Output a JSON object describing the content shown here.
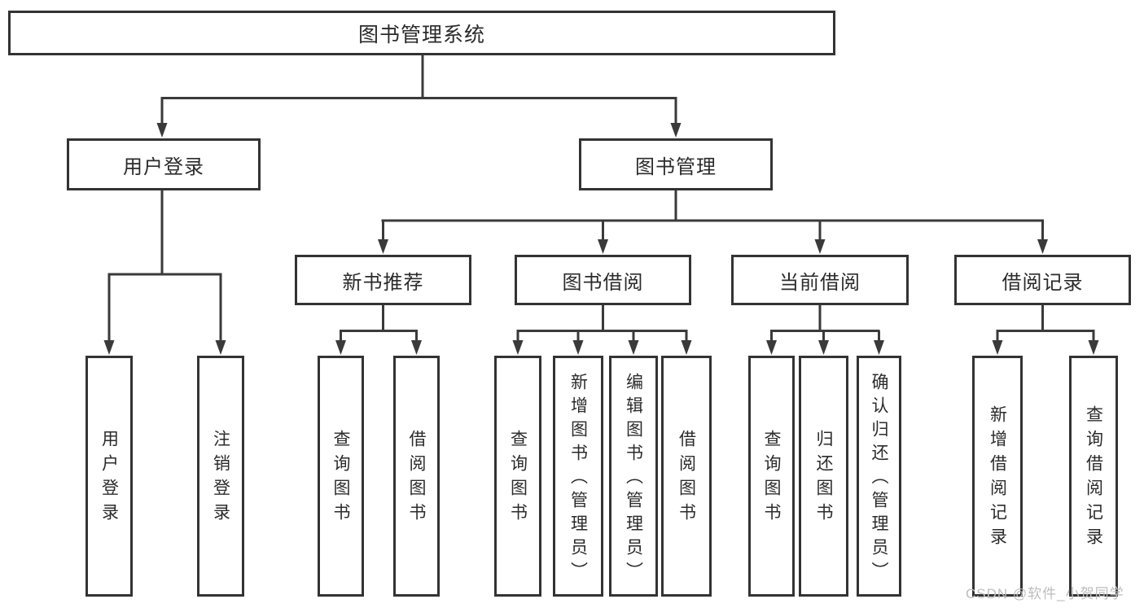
{
  "tree": {
    "root": "图书管理系统",
    "children": [
      {
        "label": "用户登录",
        "leaves": [
          "用户登录",
          "注销登录"
        ]
      },
      {
        "label": "图书管理",
        "groups": [
          {
            "label": "新书推荐",
            "leaves": [
              "查询图书",
              "借阅图书"
            ]
          },
          {
            "label": "图书借阅",
            "leaves": [
              "查询图书",
              "新增图书（管理员）",
              "编辑图书（管理员）",
              "借阅图书"
            ]
          },
          {
            "label": "当前借阅",
            "leaves": [
              "查询图书",
              "归还图书",
              "确认归还（管理员）"
            ]
          },
          {
            "label": "借阅记录",
            "leaves": [
              "新增借阅记录",
              "查询借阅记录"
            ]
          }
        ]
      }
    ]
  },
  "watermark": "CSDN @软件_小贺同学",
  "colors": {
    "line": "#3a3a3a",
    "box_border": "#333333",
    "text": "#2b2b2b",
    "watermark": "#bdbdbd",
    "background": "#ffffff"
  }
}
